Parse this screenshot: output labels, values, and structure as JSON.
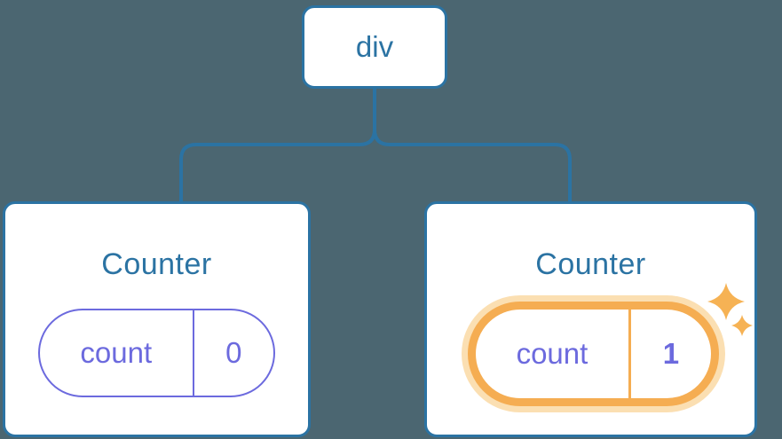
{
  "colors": {
    "bg": "#4b6671",
    "blue": "#2b73a3",
    "purple": "#6c6ade",
    "orange": "#f5ad52",
    "halo": "#fbdfb2",
    "sparkle": "#f6b254",
    "card-bg": "#ffffff"
  },
  "tree": {
    "root": {
      "label": "div"
    },
    "children": [
      {
        "title": "Counter",
        "state": {
          "key": "count",
          "value": "0"
        },
        "highlighted": false
      },
      {
        "title": "Counter",
        "state": {
          "key": "count",
          "value": "1"
        },
        "highlighted": true
      }
    ]
  }
}
